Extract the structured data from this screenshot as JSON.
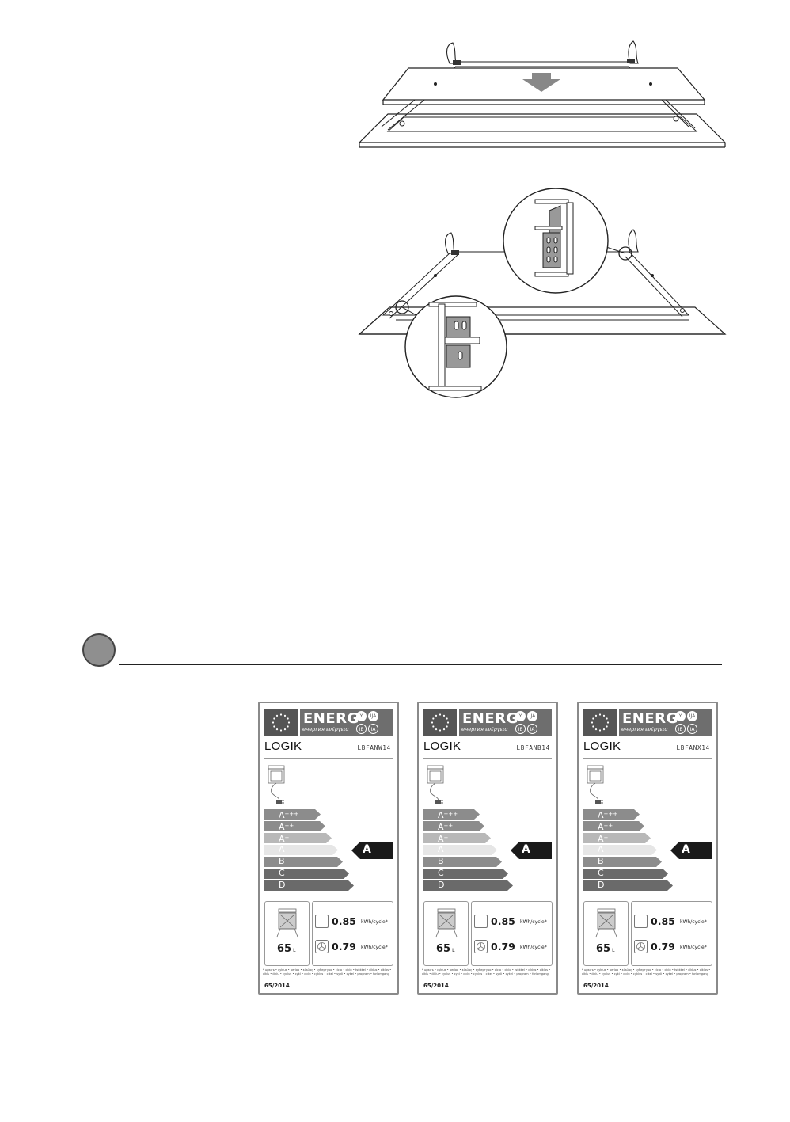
{
  "labels": [
    {
      "energy_word": "ENERG",
      "energy_subtitle": "енергия ενέργεια",
      "languages": [
        "Y",
        "IJA",
        "IE",
        "IA"
      ],
      "brand": "LOGIK",
      "model": "LBFANW14",
      "classes": [
        "A+++",
        "A++",
        "A+",
        "A",
        "B",
        "C",
        "D"
      ],
      "rating": "A",
      "volume": "65",
      "volume_unit": "L",
      "conventional_kwh": "0.85",
      "fan_kwh": "0.79",
      "kwh_unit": "kWh/cycle*",
      "footnote": "* циклъ • cyklus • perioo • κύκλος • кубертуро • ciclo • ciclo • tsükkel • ciklus • ciklas • cikls • ċiklu • cyclus • cykl • ciclu • cyklus • cikel • sykli • cykel • program • forlomgang",
      "regulation": "65/2014"
    },
    {
      "energy_word": "ENERG",
      "energy_subtitle": "енергия ενέργεια",
      "languages": [
        "Y",
        "IJA",
        "IE",
        "IA"
      ],
      "brand": "LOGIK",
      "model": "LBFANB14",
      "classes": [
        "A+++",
        "A++",
        "A+",
        "A",
        "B",
        "C",
        "D"
      ],
      "rating": "A",
      "volume": "65",
      "volume_unit": "L",
      "conventional_kwh": "0.85",
      "fan_kwh": "0.79",
      "kwh_unit": "kWh/cycle*",
      "footnote": "* циклъ • cyklus • perioo • κύκλος • кубертуро • ciclo • ciclo • tsükkel • ciklus • ciklas • cikls • ċiklu • cyclus • cykl • ciclu • cyklus • cikel • sykli • cykel • program • forlomgang",
      "regulation": "65/2014"
    },
    {
      "energy_word": "ENERG",
      "energy_subtitle": "енергия ενέργεια",
      "languages": [
        "Y",
        "IJA",
        "IE",
        "IA"
      ],
      "brand": "LOGIK",
      "model": "LBFANX14",
      "classes": [
        "A+++",
        "A++",
        "A+",
        "A",
        "B",
        "C",
        "D"
      ],
      "rating": "A",
      "volume": "65",
      "volume_unit": "L",
      "conventional_kwh": "0.85",
      "fan_kwh": "0.79",
      "kwh_unit": "kWh/cycle*",
      "footnote": "* циклъ • cyklus • perioo • κύκλος • кубертуро • ciclo • ciclo • tsükkel • ciklus • ciklas • cikls • ċiklu • cyclus • cykl • ciclu • cyklus • cikel • sykli • cykel • program • forlomgang",
      "regulation": "65/2014"
    }
  ],
  "colors": {
    "bar_dark": "#6a6a6a",
    "bar_mid": "#8c8c8c",
    "bar_light": "#b8b8b8",
    "bar_faint": "#e6e6e6",
    "rating_arrow": "#1a1a1a",
    "badge": "#8f8f8f"
  }
}
